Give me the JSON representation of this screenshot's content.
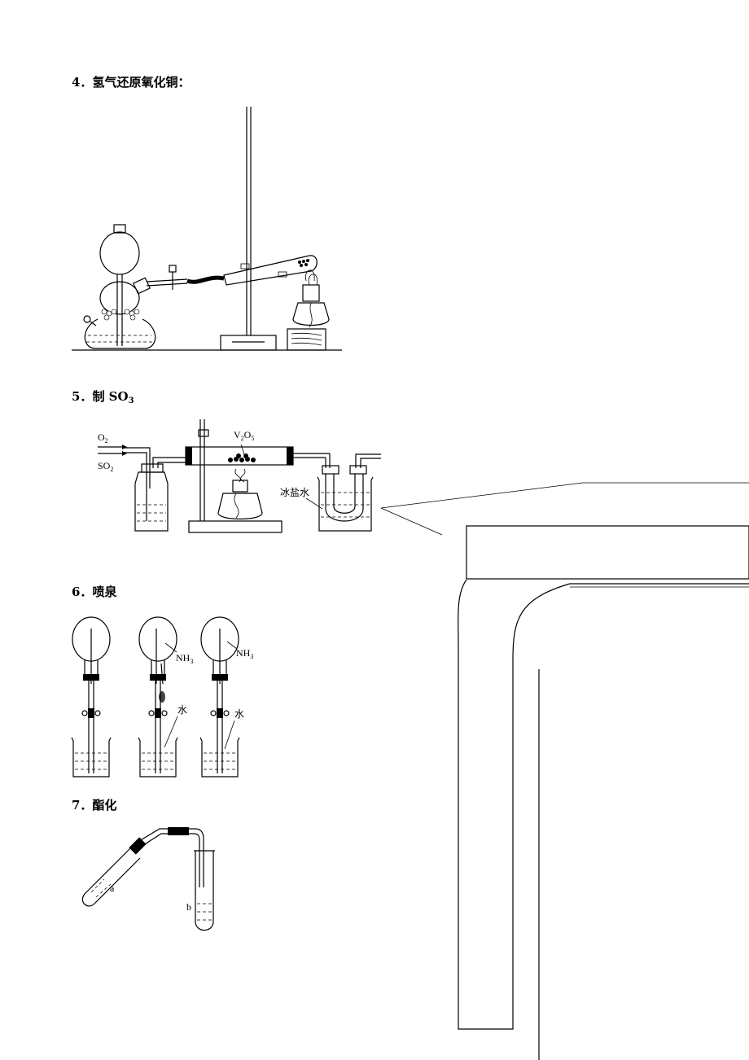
{
  "sections": [
    {
      "number": "4．",
      "title": "氢气还原氧化铜："
    },
    {
      "number": "5．",
      "title": "制 SO",
      "title_sub": "3"
    },
    {
      "number": "6．",
      "title": "喷泉"
    },
    {
      "number": "7．",
      "title": "酯化"
    }
  ],
  "so3_labels": {
    "o2": "O",
    "o2_sub": "2",
    "so2": "SO",
    "so2_sub": "2",
    "v2o5_a": "V",
    "v2o5_sub1": "2",
    "v2o5_b": "O",
    "v2o5_sub2": "5",
    "ice_salt_water": "冰盐水"
  },
  "fountain_labels": {
    "nh3_a": "NH",
    "nh3_sub": "3",
    "water": "水"
  },
  "ester_labels": {
    "a": "a",
    "b": "b"
  }
}
